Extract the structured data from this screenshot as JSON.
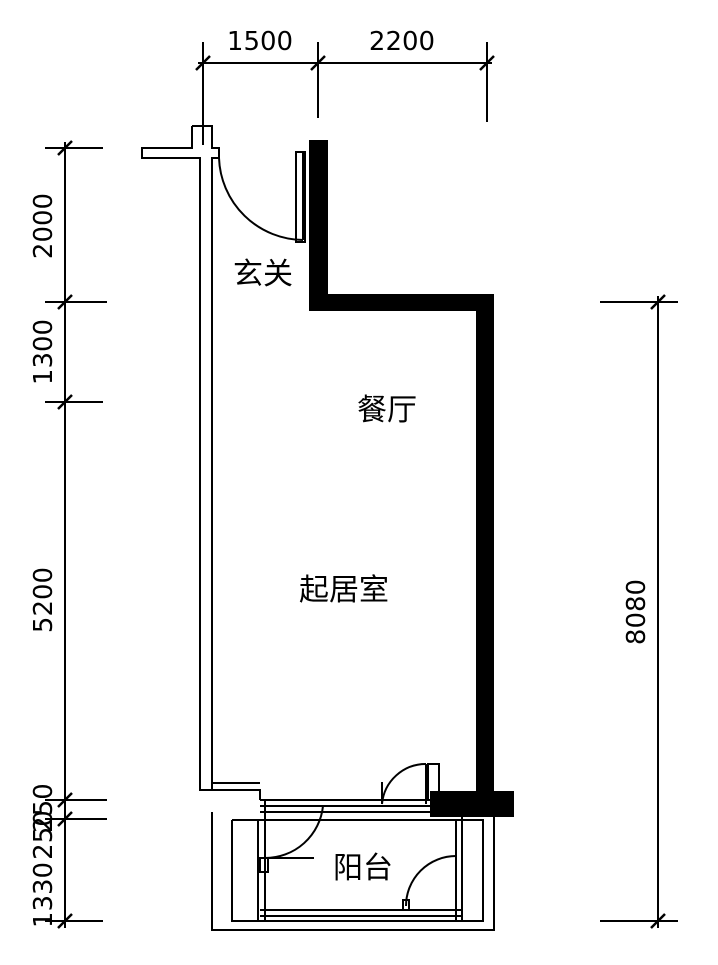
{
  "dimensions": {
    "top": [
      "1500",
      "2200"
    ],
    "left": [
      "2000",
      "1300",
      "5200",
      "250",
      "250",
      "1330"
    ],
    "right": "8080"
  },
  "rooms": {
    "entrance": "玄关",
    "dining": "餐厅",
    "living": "起居室",
    "balcony": "阳台"
  },
  "colors": {
    "line": "#000000",
    "background": "#ffffff"
  }
}
